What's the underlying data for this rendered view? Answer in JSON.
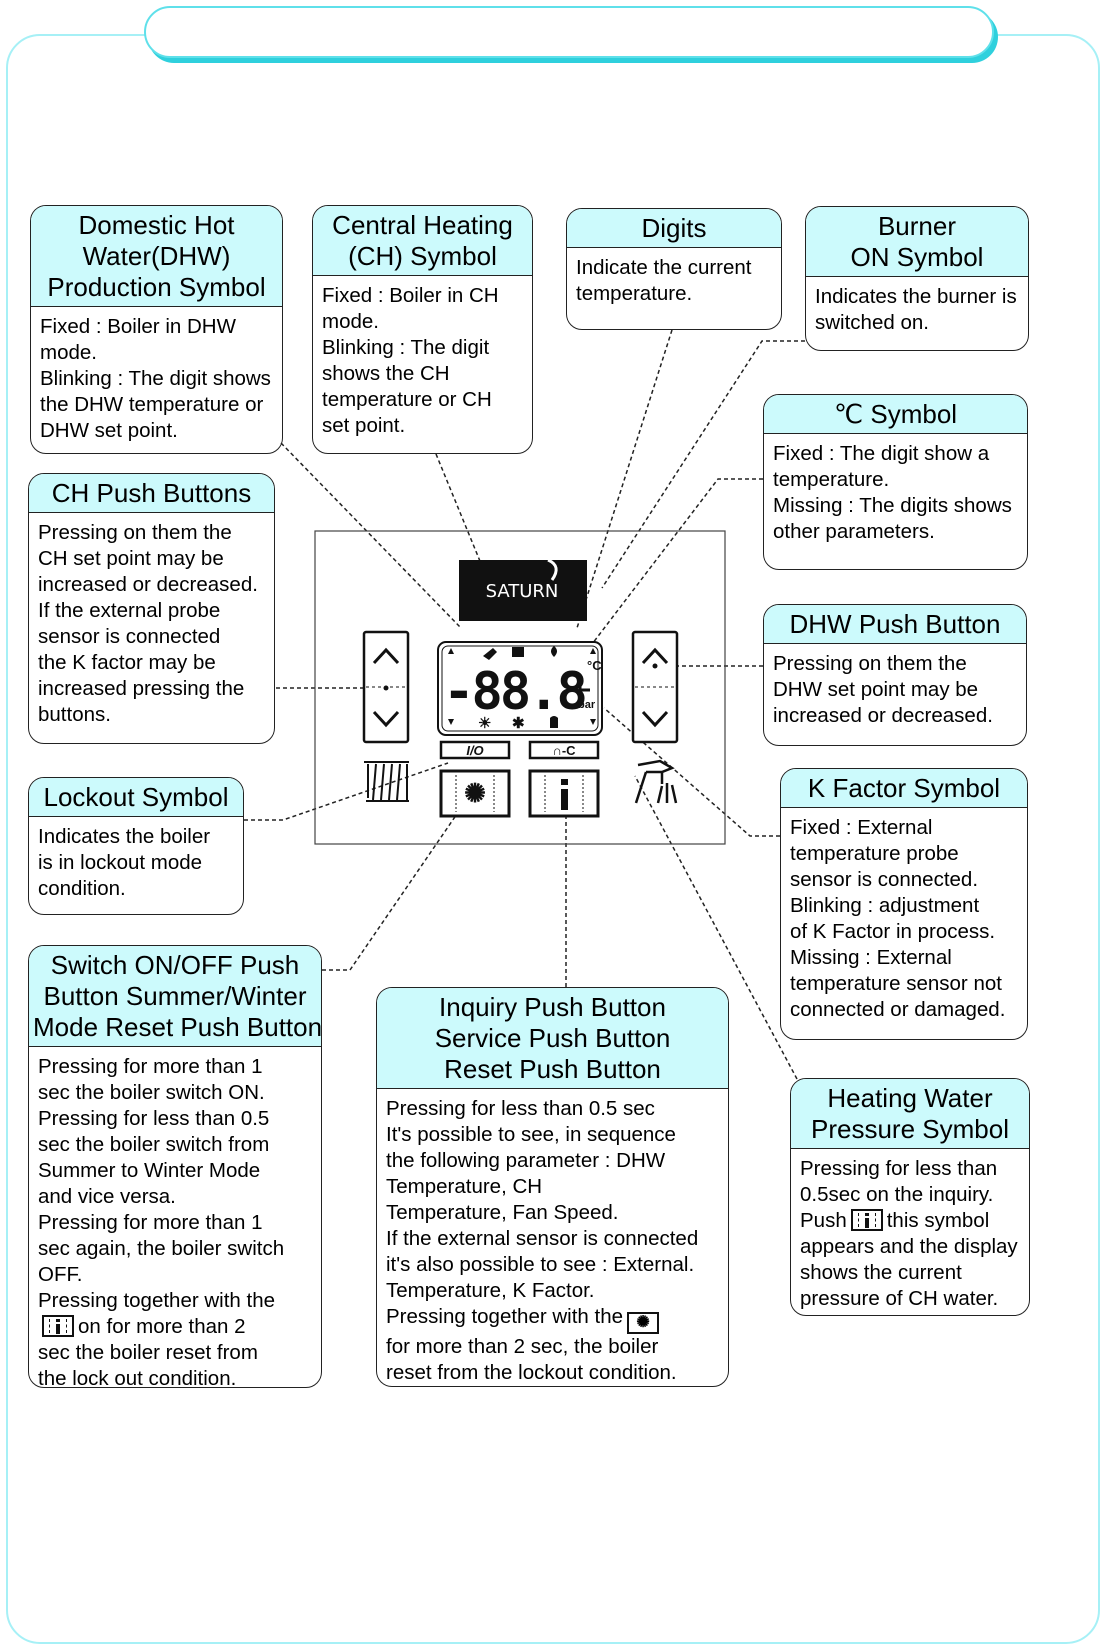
{
  "boxes": {
    "dhw_symbol": {
      "title": [
        "Domestic Hot",
        "Water(DHW)",
        "Production Symbol"
      ],
      "body": [
        "Fixed : Boiler in DHW",
        "mode.",
        "Blinking : The digit shows",
        "the DHW temperature or",
        "DHW set point."
      ]
    },
    "ch_symbol": {
      "title": [
        "Central Heating",
        "(CH) Symbol"
      ],
      "body": [
        "Fixed : Boiler in CH",
        "mode.",
        "Blinking : The digit",
        "shows the CH",
        "temperature or CH",
        "set point."
      ]
    },
    "digits": {
      "title": [
        "Digits"
      ],
      "body": [
        "Indicate the current",
        "temperature."
      ]
    },
    "burner": {
      "title": [
        "Burner",
        "ON Symbol"
      ],
      "body": [
        "Indicates the burner is",
        "switched on."
      ]
    },
    "celsius": {
      "title": [
        "℃ Symbol"
      ],
      "body": [
        "Fixed : The digit show a",
        "temperature.",
        "Missing : The digits shows",
        "other parameters."
      ]
    },
    "ch_push": {
      "title": [
        "CH Push Buttons"
      ],
      "body": [
        "Pressing on them the",
        "CH set point may be",
        "increased or decreased.",
        "If the external probe",
        "sensor is connected",
        "the K factor may be",
        "increased pressing the",
        "buttons."
      ]
    },
    "dhw_push": {
      "title": [
        "DHW Push Button"
      ],
      "body": [
        "Pressing on them the",
        "DHW set point may be",
        "increased or decreased."
      ]
    },
    "lockout": {
      "title": [
        "Lockout Symbol"
      ],
      "body": [
        "Indicates the boiler",
        "is in lockout mode",
        "condition."
      ]
    },
    "kfactor": {
      "title": [
        "K Factor Symbol"
      ],
      "body": [
        "Fixed : External",
        "temperature probe",
        "sensor is connected.",
        "Blinking : adjustment",
        "of K Factor in process.",
        "Missing : External",
        "temperature sensor not",
        "connected or damaged."
      ]
    },
    "switch": {
      "title": [
        "Switch ON/OFF Push",
        "Button Summer/Winter",
        "Mode Reset Push Button"
      ],
      "body": [
        "Pressing for more than 1",
        "sec the boiler switch ON.",
        "Pressing for less than 0.5",
        "sec the boiler switch from",
        "Summer to Winter Mode",
        "and vice versa.",
        "Pressing for more than 1",
        "sec again, the boiler switch",
        "OFF.",
        "Pressing together with the"
      ],
      "icon_tail": "on for more than 2",
      "tail": [
        "sec the boiler reset from",
        "the lock out condition."
      ]
    },
    "inquiry": {
      "title": [
        "Inquiry Push Button",
        "Service Push Button",
        "Reset Push Button"
      ],
      "body": [
        "Pressing for less than 0.5 sec",
        "It's possible to see, in sequence",
        "the following parameter : DHW",
        "Temperature, CH",
        "Temperature, Fan Speed.",
        "If the external sensor is connected",
        "it's also possible to see : External.",
        "Temperature, K Factor."
      ],
      "icon_head": "Pressing together with the",
      "tail": [
        "for more than 2 sec, the boiler",
        "reset from the lockout condition."
      ]
    },
    "pressure": {
      "title": [
        "Heating Water",
        "Pressure Symbol"
      ],
      "body": [
        "Pressing for less than",
        "0.5sec on the inquiry."
      ],
      "icon_head": "Push",
      "icon_tail": "this symbol",
      "tail": [
        "appears and the display",
        "shows the current",
        "pressure of CH water."
      ]
    }
  },
  "panel": {
    "brand": "SATURN",
    "display_value": "-88.8",
    "unit_bar": "bar",
    "onoff_label": "I/O",
    "service_label": "∩-C"
  },
  "colors": {
    "header_fill": "#ccfafc",
    "frame": "#a6f0f6",
    "pill_shadow": "#2fd0dd"
  }
}
